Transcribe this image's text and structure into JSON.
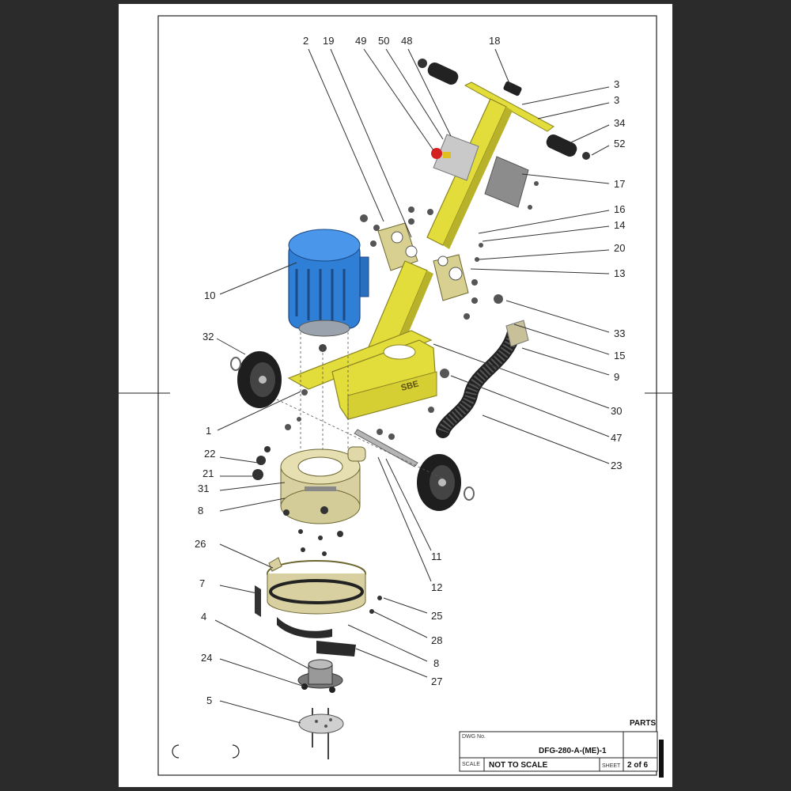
{
  "drawing": {
    "callouts": [
      "2",
      "19",
      "49",
      "50",
      "48",
      "18",
      "3",
      "3",
      "34",
      "52",
      "17",
      "16",
      "14",
      "20",
      "13",
      "10",
      "33",
      "15",
      "9",
      "32",
      "30",
      "47",
      "1",
      "23",
      "22",
      "21",
      "31",
      "8",
      "11",
      "12",
      "26",
      "7",
      "25",
      "4",
      "28",
      "8",
      "24",
      "27",
      "5"
    ]
  },
  "title_block": {
    "section_title": "PARTS",
    "dwg_no_label": "DWG No.",
    "dwg_no": "DFG-280-A-(ME)-1",
    "scale_label": "SCALE",
    "scale_value": "NOT TO SCALE",
    "sheet_label": "SHEET",
    "sheet_value": "2 of 6"
  },
  "colors": {
    "frame": "#yellow-frame",
    "frame_hex": "#e3dd3c",
    "motor_hex": "#2f7fd6",
    "background_hex": "#ffffff"
  }
}
